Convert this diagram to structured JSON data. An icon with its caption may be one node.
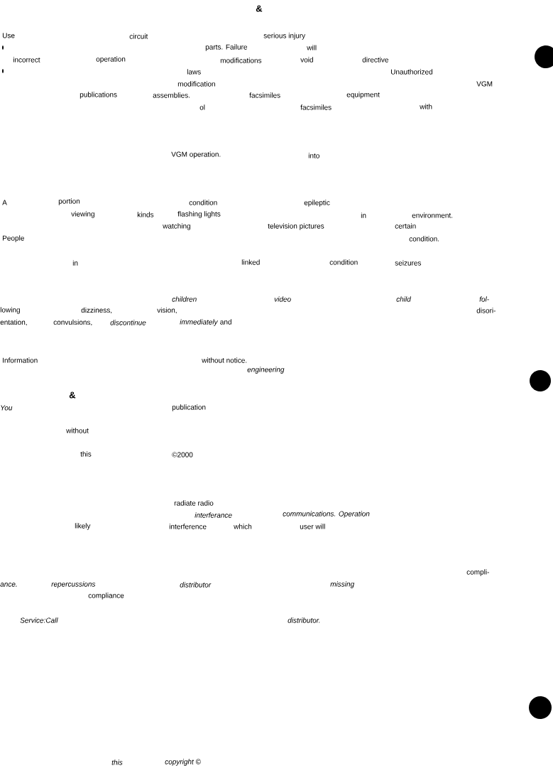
{
  "diagram": {
    "labels": [
      "&",
      "Use",
      "circuit",
      "serious injury",
      "parts. Failure",
      "will",
      "incorrect",
      "operation",
      "modifications",
      "void",
      "directive",
      "laws",
      "Unauthorized",
      "modification",
      "VGM",
      "publications",
      "assemblies.",
      "facsimiles",
      "equipment",
      "ol",
      "facsimiles",
      "with",
      "VGM operation.",
      "into",
      "A",
      "portion",
      "condition",
      "epileptic",
      "viewing",
      "kinds",
      "flashing lights",
      "in",
      "environment.",
      "watching",
      "television pictures",
      "certain",
      "People",
      "condition.",
      "in",
      "linked",
      "condition",
      "seizures",
      "children",
      "video",
      "child",
      "fol-",
      "lowing",
      "dizziness,",
      "vision,",
      "disori-",
      "entation,",
      "convulsions,",
      "discontinue",
      "*immediately* and",
      "Information",
      "without notice.",
      "engineering",
      "&",
      "You",
      "publication",
      "without",
      "this",
      "©2000",
      "radiate radio",
      "interferance",
      "communications. Operation",
      "likely",
      "interference",
      "which",
      "user will",
      "compli-",
      "ance.",
      "repercussions",
      "distributor",
      "missing",
      "compliance",
      "Service:Call",
      "distributor.",
      "this",
      "copyright ©"
    ]
  }
}
